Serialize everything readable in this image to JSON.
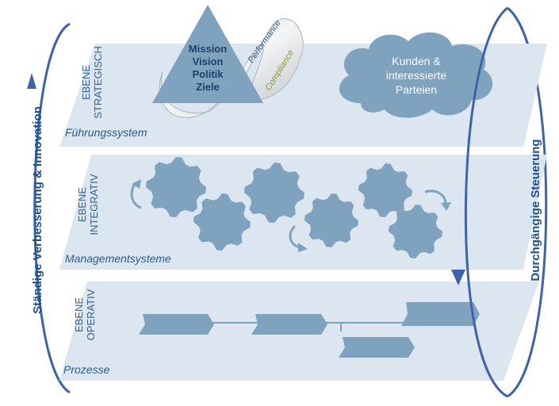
{
  "levels": {
    "strategic": {
      "ebene": "EBENE",
      "name": "STRATEGISCH",
      "system": "Führungssystem"
    },
    "integrative": {
      "ebene": "EBENE",
      "name": "INTEGRATIV",
      "system": "Managementsysteme"
    },
    "operative": {
      "ebene": "EBENE",
      "name": "OPERATIV",
      "system": "Prozesse"
    }
  },
  "triangle": {
    "lines": [
      "Mission",
      "Vision",
      "Politik",
      "Ziele"
    ]
  },
  "band": {
    "performance": "Performance",
    "compliance": "Compliance"
  },
  "cloud": {
    "lines": [
      "Kunden &",
      "interessierte",
      "Parteien"
    ]
  },
  "left_loop_label": "Ständige Verbesserung & Innovation",
  "right_loop_label": "Durchgängige Steuerung",
  "colors": {
    "plane": "#dbe6f0",
    "shape": "#7fa2bf",
    "arrow": "#3d64a8",
    "text": "#2f5b8a"
  }
}
